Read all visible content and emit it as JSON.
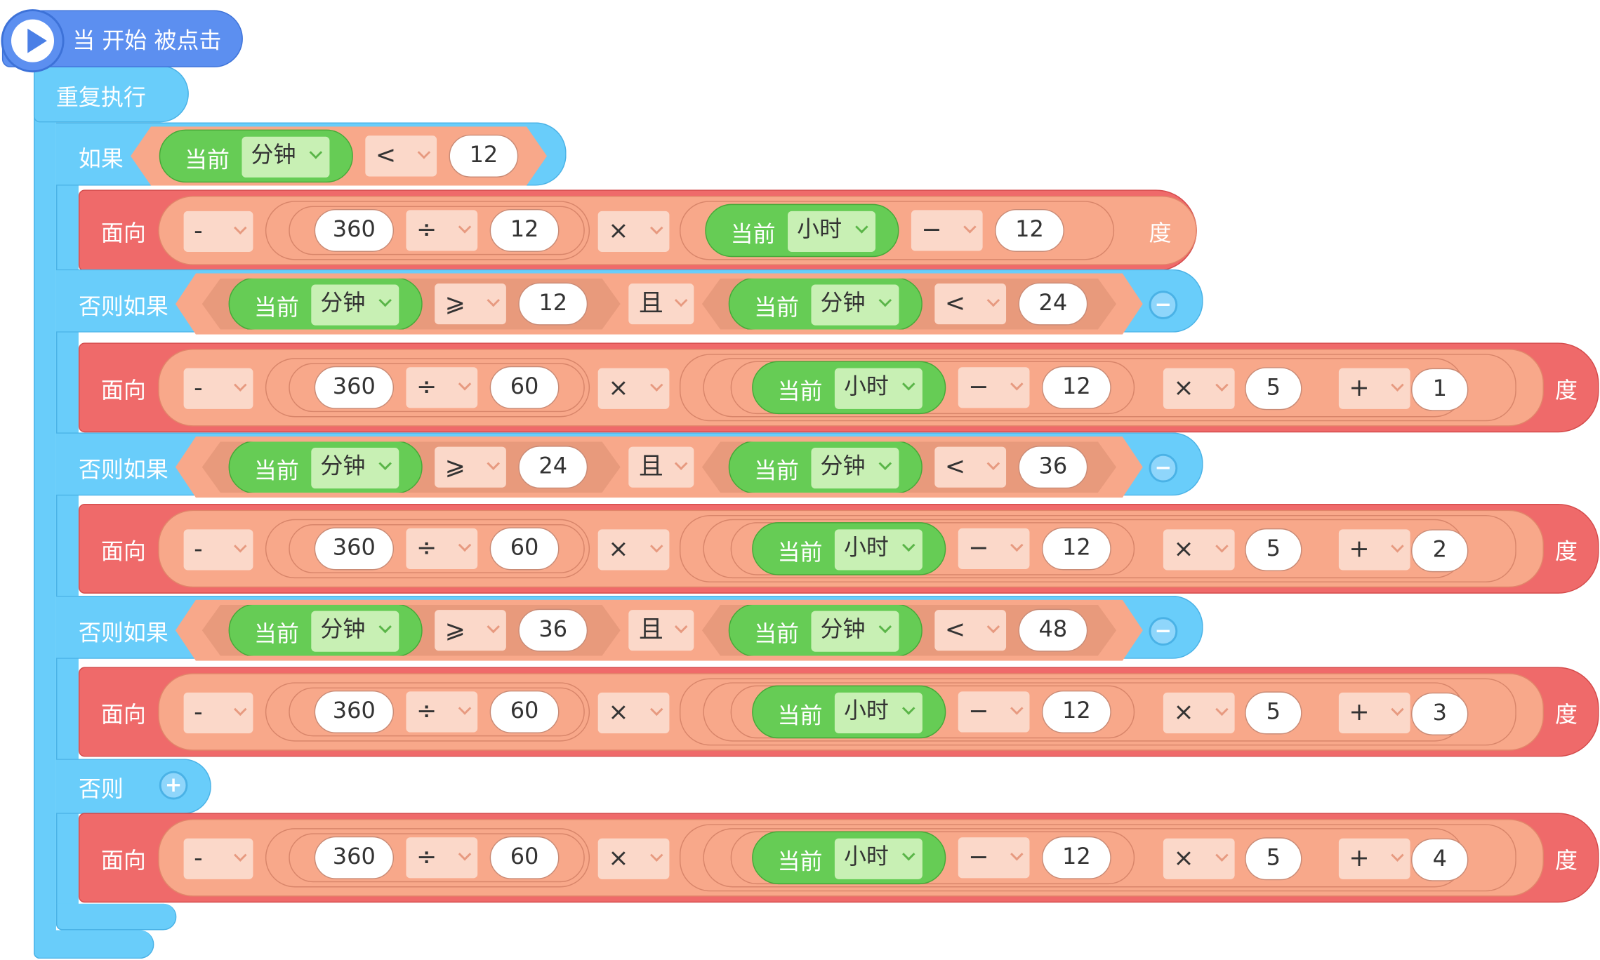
{
  "hat": {
    "label": "当 开始 被点击",
    "icon": "play-icon"
  },
  "repeat_label": "重复执行",
  "if_keywords": [
    "如果",
    "否则如果",
    "否则如果",
    "否则如果",
    "否则"
  ],
  "sym": {
    "lt": "<",
    "ge": "⩾",
    "div": "÷",
    "times": "×",
    "minus": "−",
    "plus": "+",
    "dash": "-",
    "and": "且",
    "cur": "当前",
    "min": "分钟",
    "hour": "小时",
    "rm": "−",
    "add": "+"
  },
  "motion_label": "面向",
  "deg_label": "度",
  "conds": [
    {
      "a": "12"
    },
    {
      "a": "12",
      "b": "24"
    },
    {
      "a": "24",
      "b": "36"
    },
    {
      "a": "36",
      "b": "48"
    }
  ],
  "motions": [
    {
      "n360": "360",
      "d": "12",
      "sub": "12"
    },
    {
      "n360": "360",
      "d": "60",
      "sub": "12",
      "mul": "5",
      "add": "1"
    },
    {
      "n360": "360",
      "d": "60",
      "sub": "12",
      "mul": "5",
      "add": "2"
    },
    {
      "n360": "360",
      "d": "60",
      "sub": "12",
      "mul": "5",
      "add": "3"
    },
    {
      "n360": "360",
      "d": "60",
      "sub": "12",
      "mul": "5",
      "add": "4"
    }
  ],
  "colors": {
    "event": "#5c8ff0",
    "control": "#69cdfa",
    "motion": "#ef6a6a",
    "operator": "#f8a88a",
    "sensing": "#66cc55"
  }
}
